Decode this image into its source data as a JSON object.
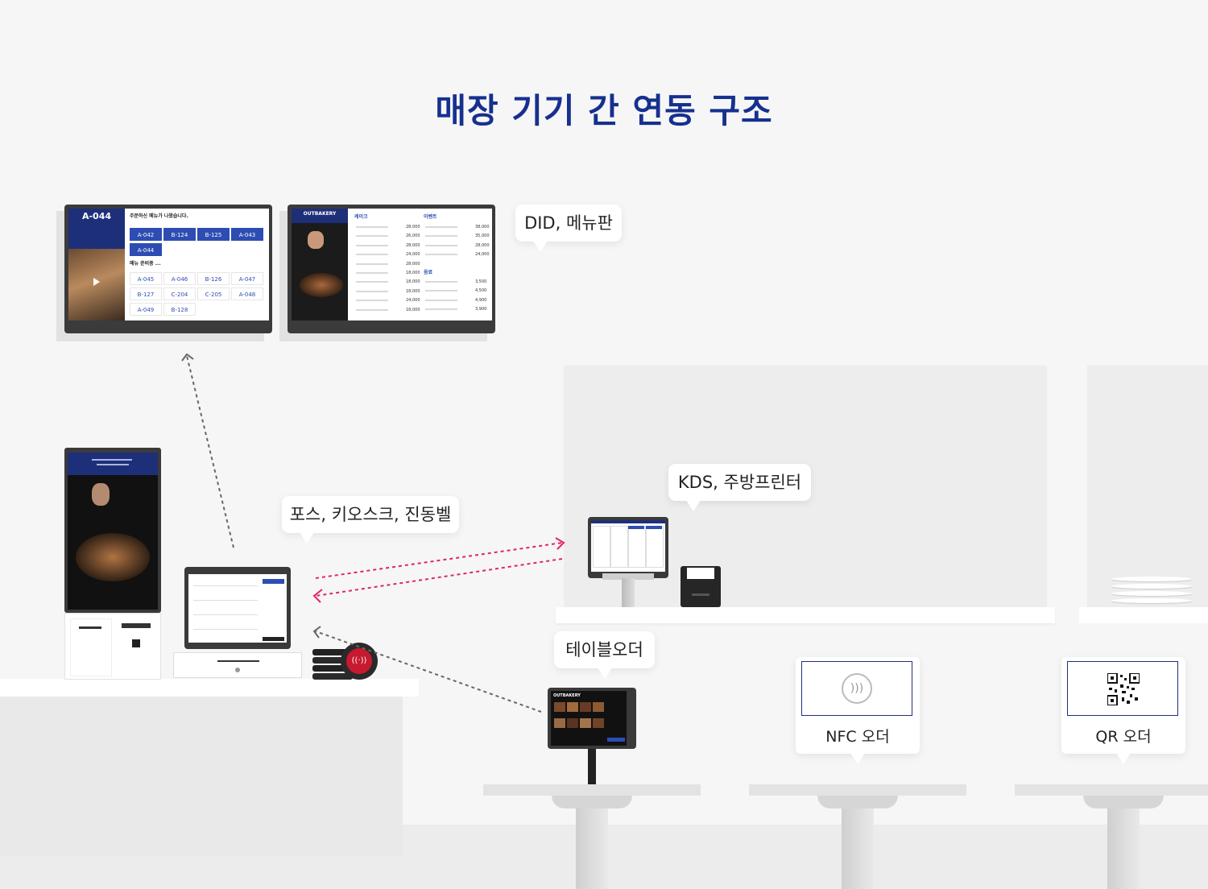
{
  "title": "매장 기기 간 연동 구조",
  "colors": {
    "title": "#16308f",
    "accent": "#2d4db3",
    "dash_pink": "#e0246c",
    "dash_gray": "#666666",
    "bg": "#f6f6f6"
  },
  "bubbles": {
    "did": "DID, 메뉴판",
    "pos": "포스, 키오스크, 진동벨",
    "kds": "KDS, 주방프린터",
    "table": "테이블오더"
  },
  "cards": {
    "nfc": {
      "label": "NFC 오더",
      "icon": "nfc-icon"
    },
    "qr": {
      "label": "QR 오더",
      "icon": "qr-code-icon"
    }
  },
  "did_screen": {
    "current": "A-044",
    "ready_title": "주문하신 메뉴가 나왔습니다.",
    "ready": [
      "A-042",
      "B-124",
      "B-125",
      "A-043",
      "A-044"
    ],
    "prep_title": "메뉴 준비중 ...",
    "prep": [
      "A-045",
      "A-046",
      "B-126",
      "A-047",
      "B-127",
      "C-204",
      "C-205",
      "A-048",
      "A-049",
      "B-128"
    ]
  },
  "menu_screen": {
    "brand": "OUTBAKERY",
    "section_a": "케이크",
    "section_b": "이벤트",
    "section_c": "음료",
    "prices_a": [
      "28,000",
      "26,000",
      "28,000",
      "24,000",
      "28,000",
      "18,000",
      "18,000",
      "18,000",
      "24,000",
      "18,000"
    ],
    "prices_b": [
      "38,000",
      "35,000",
      "28,000",
      "24,000"
    ],
    "prices_c": [
      "3,500",
      "4,500",
      "4,900",
      "3,900"
    ]
  },
  "tablet_brand": "OUTBAKERY"
}
